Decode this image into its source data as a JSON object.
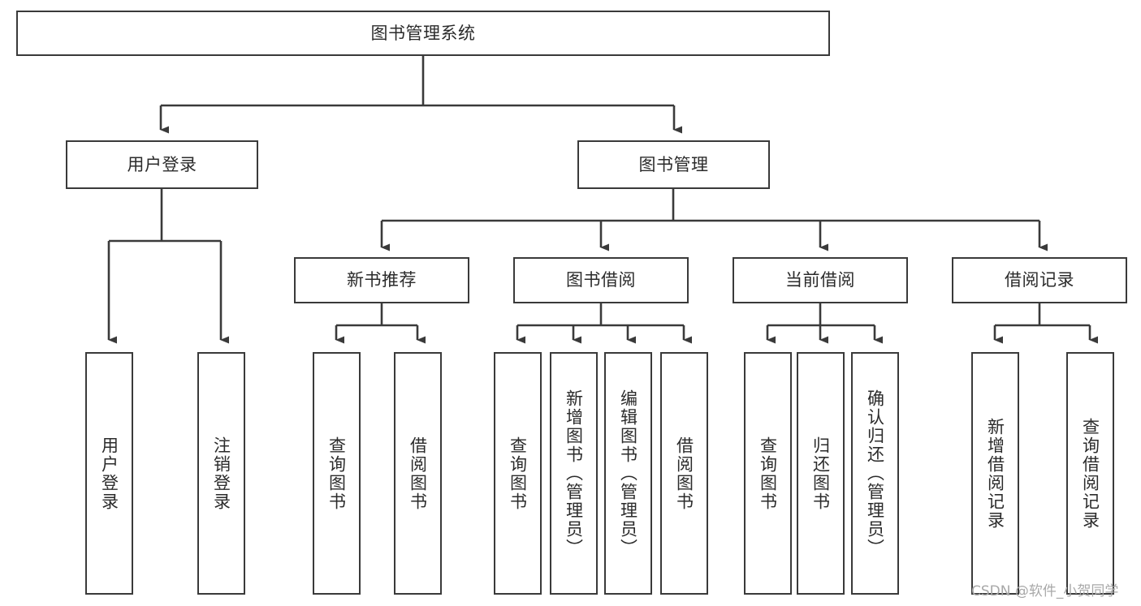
{
  "diagram": {
    "type": "tree",
    "title": "图书管理系统",
    "orientation": "top-down",
    "edge_color": "#3a3a3a",
    "node_border_color": "#3a3a3a",
    "node_fill_color": "#ffffff",
    "text_color": "#2b2b2b",
    "levels": 4,
    "root": {
      "label": "图书管理系统"
    },
    "level2": [
      {
        "label": "用户登录"
      },
      {
        "label": "图书管理"
      }
    ],
    "level3": [
      {
        "label": "新书推荐"
      },
      {
        "label": "图书借阅"
      },
      {
        "label": "当前借阅"
      },
      {
        "label": "借阅记录"
      }
    ],
    "leaves": {
      "user_login": [
        {
          "label": "用户登录"
        },
        {
          "label": "注销登录"
        }
      ],
      "new_book_recommend": [
        {
          "label": "查询图书"
        },
        {
          "label": "借阅图书"
        }
      ],
      "book_borrow": [
        {
          "label": "查询图书"
        },
        {
          "label": "新增图书（管理员）"
        },
        {
          "label": "编辑图书（管理员）"
        },
        {
          "label": "借阅图书"
        }
      ],
      "current_borrow": [
        {
          "label": "查询图书"
        },
        {
          "label": "归还图书"
        },
        {
          "label": "确认归还（管理员）"
        }
      ],
      "borrow_records": [
        {
          "label": "新增借阅记录"
        },
        {
          "label": "查询借阅记录"
        }
      ]
    }
  },
  "watermark": {
    "text": "CSDN @软件_小贺同学"
  }
}
